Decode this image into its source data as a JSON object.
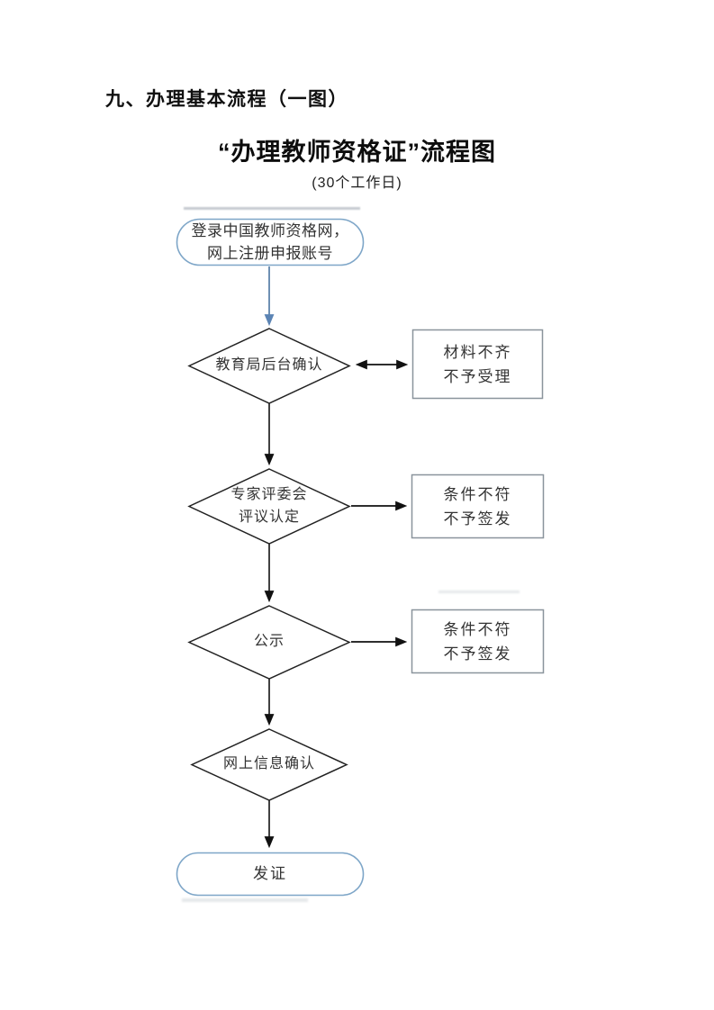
{
  "page": {
    "heading": "九、办理基本流程（一图）",
    "title": "“办理教师资格证”流程图",
    "subtitle": "(30个工作日)"
  },
  "flowchart": {
    "nodes": {
      "start": {
        "line1": "登录中国教师资格网，",
        "line2": "网上注册申报账号"
      },
      "decision1": {
        "label": "教育局后台确认"
      },
      "reject1": {
        "line1": "材料不齐",
        "line2": "不予受理"
      },
      "decision2": {
        "line1": "专家评委会",
        "line2": "评议认定"
      },
      "reject2": {
        "line1": "条件不符",
        "line2": "不予签发"
      },
      "decision3": {
        "label": "公示"
      },
      "reject3": {
        "line1": "条件不符",
        "line2": "不予签发"
      },
      "decision4": {
        "label": "网上信息确认"
      },
      "end": {
        "label": "发证"
      }
    },
    "colors": {
      "stadium_border": "#7ea6c8",
      "decision_border": "#222222",
      "reject_border": "#8a949c",
      "arrow_black": "#111111",
      "arrow_blue": "#4a74a0",
      "arrow_blue_head": "#5b84b4",
      "text": "#333333"
    }
  }
}
